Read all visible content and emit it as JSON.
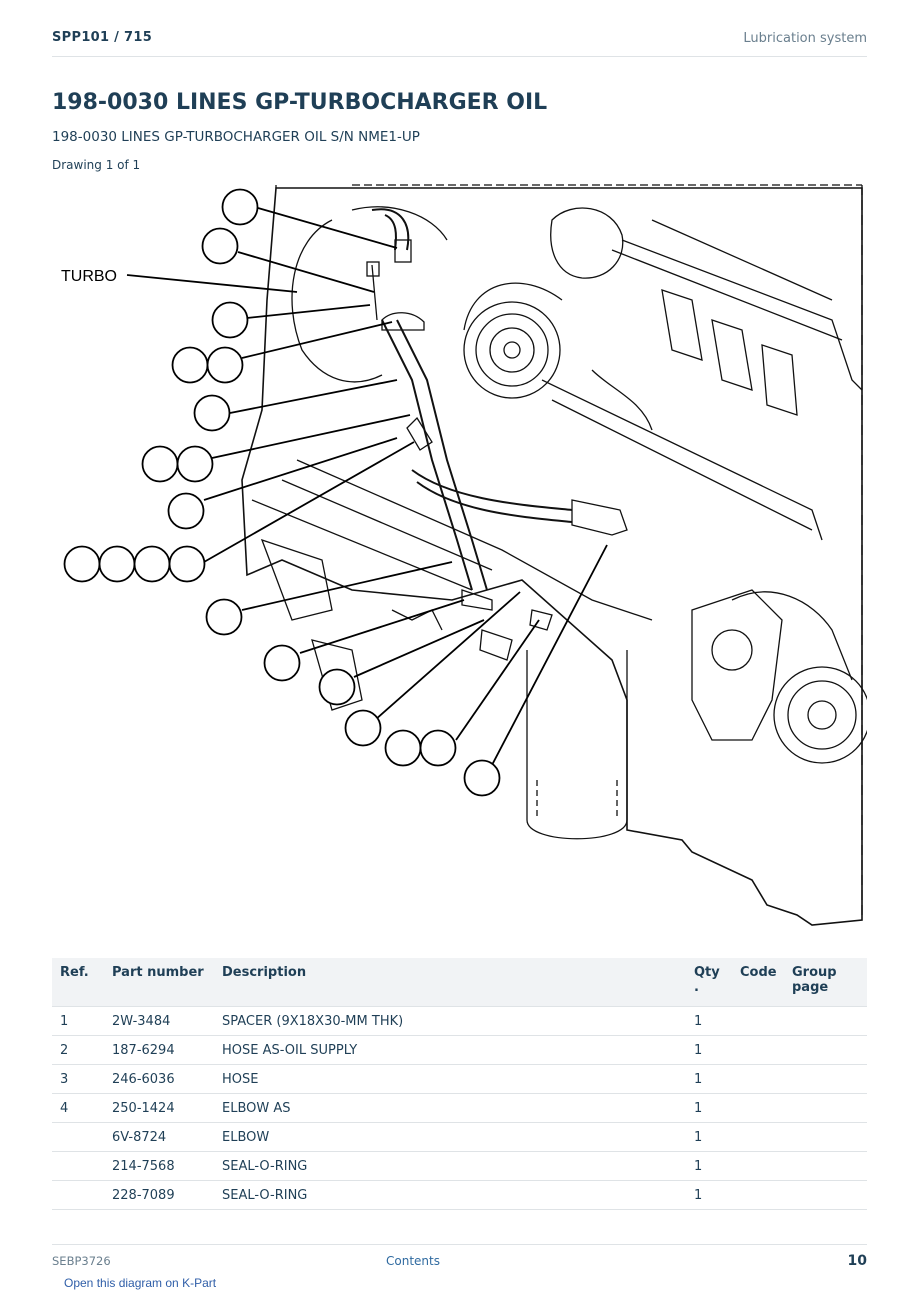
{
  "header": {
    "doc_ref": "SPP101  /  715",
    "section": "Lubrication system"
  },
  "title": "198-0030 LINES GP-TURBOCHARGER OIL",
  "subtitle": "198-0030 LINES GP-TURBOCHARGER OIL S/N NME1-UP",
  "drawing": {
    "label": "Drawing 1 of 1",
    "callout_text": "TURBO"
  },
  "table": {
    "headers": {
      "ref": "Ref.",
      "part_number": "Part number",
      "description": "Description",
      "qty": "Qty .",
      "code": "Code",
      "group_page": "Group page"
    },
    "rows": [
      {
        "ref": "1",
        "part_number": "2W-3484",
        "description": "SPACER (9X18X30-MM THK)",
        "qty": "1",
        "code": "",
        "group_page": ""
      },
      {
        "ref": "2",
        "part_number": "187-6294",
        "description": "HOSE AS-OIL SUPPLY",
        "qty": "1",
        "code": "",
        "group_page": ""
      },
      {
        "ref": "3",
        "part_number": "246-6036",
        "description": "HOSE",
        "qty": "1",
        "code": "",
        "group_page": ""
      },
      {
        "ref": "4",
        "part_number": "250-1424",
        "description": "ELBOW AS",
        "qty": "1",
        "code": "",
        "group_page": ""
      },
      {
        "ref": "",
        "part_number": "6V-8724",
        "description": "ELBOW",
        "qty": "1",
        "code": "",
        "group_page": ""
      },
      {
        "ref": "",
        "part_number": "214-7568",
        "description": "SEAL-O-RING",
        "qty": "1",
        "code": "",
        "group_page": ""
      },
      {
        "ref": "",
        "part_number": "228-7089",
        "description": "SEAL-O-RING",
        "qty": "1",
        "code": "",
        "group_page": ""
      }
    ]
  },
  "footer": {
    "doc_id": "SEBP3726",
    "contents_link": "Contents",
    "page_number": "10",
    "kpart_link": "Open this diagram on K-Part"
  }
}
